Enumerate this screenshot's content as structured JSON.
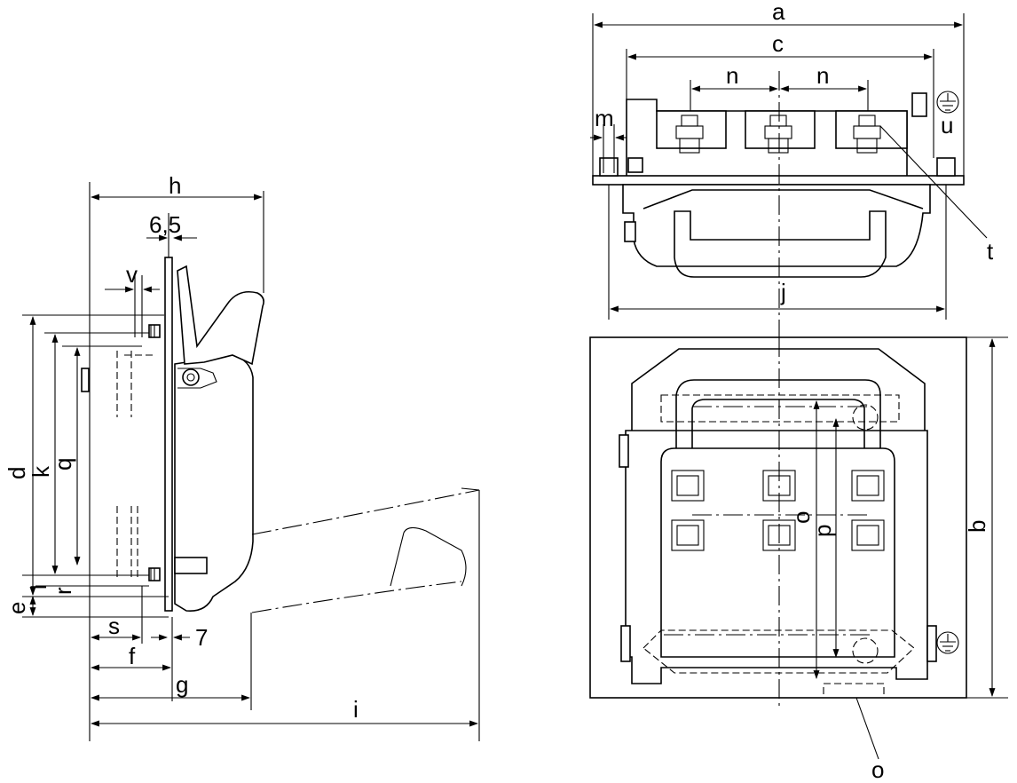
{
  "side_view": {
    "dims": {
      "h": "h",
      "w65": "6,5",
      "v": "v",
      "d": "d",
      "k": "k",
      "q": "q",
      "l": "l",
      "r": "r",
      "e": "e",
      "s": "s",
      "seven": "7",
      "f": "f",
      "g": "g",
      "i": "i"
    }
  },
  "top_view": {
    "dims": {
      "a": "a",
      "c": "c",
      "n1": "n",
      "n2": "n",
      "m": "m",
      "u": "u",
      "t": "t",
      "j": "j"
    }
  },
  "front_view": {
    "dims": {
      "b": "b",
      "o": "o",
      "p": "p",
      "o_bottom": "o"
    }
  },
  "symbols": {
    "ground": "earth-ground"
  }
}
